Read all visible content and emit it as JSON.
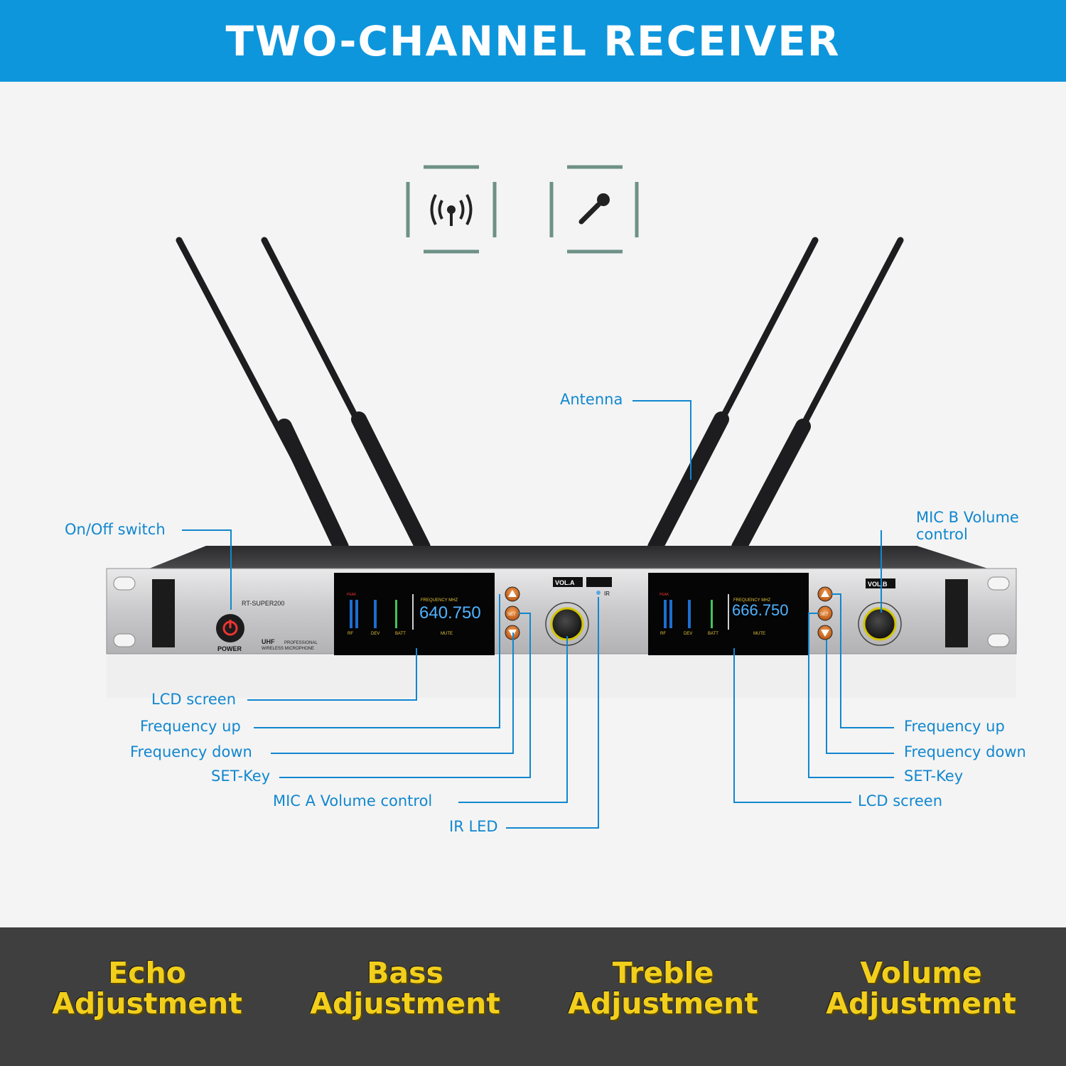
{
  "header": {
    "title": "TWO-CHANNEL RECEIVER"
  },
  "device": {
    "model": "RT-SUPER200",
    "power_label": "POWER",
    "brand_line1": "UHF",
    "brand_line2": "PROFESSIONAL",
    "brand_line3": "WIRELESS MICROPHONE",
    "vol_a_label": "VOL.A",
    "vol_b_label": "VOL.B",
    "ir_label": "IR",
    "set_label": "SET",
    "channel_a": {
      "frequency": "640.750",
      "freq_label": "FREQUENCY MHZ",
      "rf": "RF",
      "dev": "DEV",
      "batt": "BATT",
      "mute": "MUTE",
      "peak": "PEAK"
    },
    "channel_b": {
      "frequency": "666.750",
      "freq_label": "FREQUENCY MHZ",
      "rf": "RF",
      "dev": "DEV",
      "batt": "BATT",
      "mute": "MUTE",
      "peak": "PEAK"
    },
    "icons": [
      "antenna-signal-icon",
      "microphone-icon"
    ]
  },
  "callouts": {
    "antenna": "Antenna",
    "on_off_switch": "On/Off switch",
    "mic_b_volume_line1": "MIC B Volume",
    "mic_b_volume_line2": "control",
    "lcd_screen_a": "LCD screen",
    "frequency_up_a": "Frequency up",
    "frequency_down_a": "Frequency down",
    "set_key_a": "SET-Key",
    "mic_a_volume": "MIC A Volume control",
    "ir_led": "IR LED",
    "frequency_up_b": "Frequency up",
    "frequency_down_b": "Frequency down",
    "set_key_b": "SET-Key",
    "lcd_screen_b": "LCD screen"
  },
  "features": [
    {
      "line1": "Echo",
      "line2": "Adjustment"
    },
    {
      "line1": "Bass",
      "line2": "Adjustment"
    },
    {
      "line1": "Treble",
      "line2": "Adjustment"
    },
    {
      "line1": "Volume",
      "line2": "Adjustment"
    }
  ],
  "colors": {
    "header_bg": "#0e96dc",
    "callout": "#1187cf",
    "footer_bg": "#3f3f40",
    "feature_text": "#f2cf1c",
    "lcd_digits": "#4fb3ff"
  }
}
